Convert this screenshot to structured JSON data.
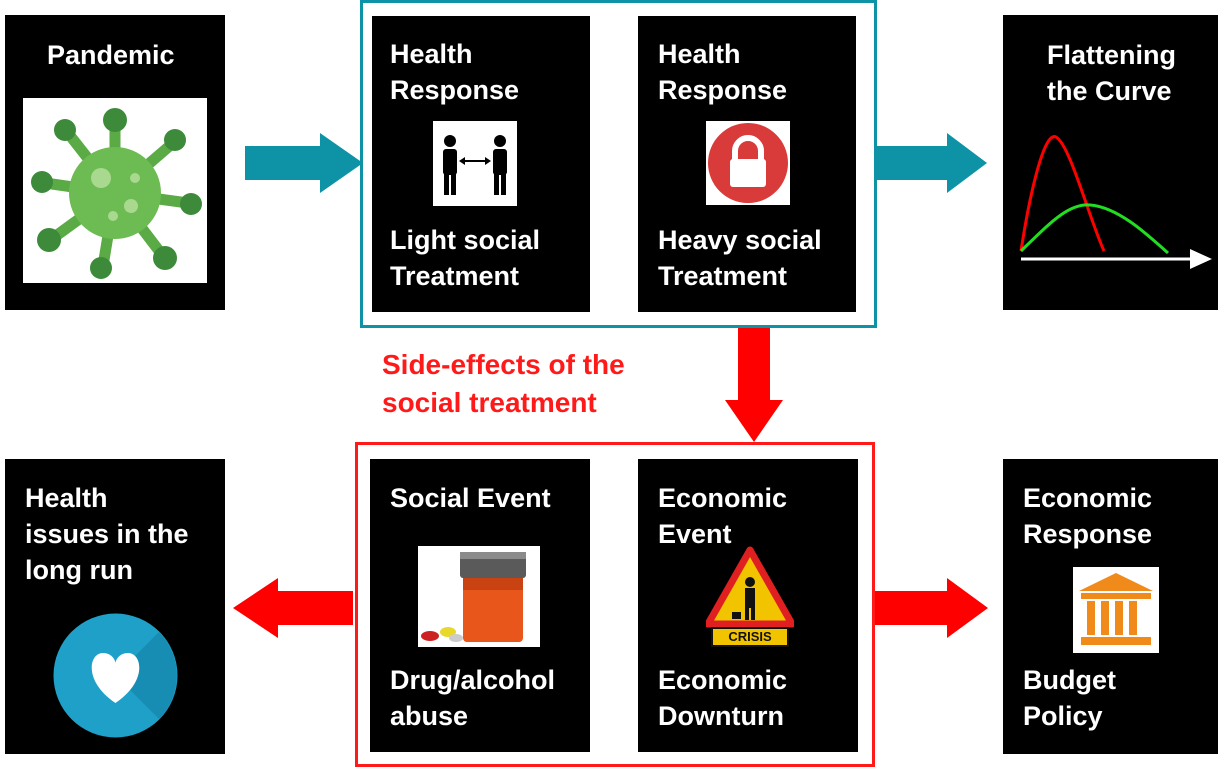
{
  "colors": {
    "teal": "#0e93a6",
    "red": "#ff1a1a",
    "box": "#000000",
    "text": "#ffffff"
  },
  "boxes": {
    "pandemic": {
      "title": "Pandemic",
      "icon": "virus-icon"
    },
    "light": {
      "title": "Health\nResponse",
      "caption": "Light social\nTreatment",
      "icon": "social-distancing-icon"
    },
    "heavy": {
      "title": "Health\nResponse",
      "caption": "Heavy social\nTreatment",
      "icon": "lock-icon"
    },
    "curve": {
      "title": "Flattening\nthe Curve",
      "icon": "curve-chart-icon"
    },
    "long_run": {
      "title": "Health\nissues in the\nlong run",
      "icon": "heart-icon"
    },
    "social": {
      "title": "Social  Event",
      "caption": "Drug/alcohol\nabuse",
      "icon": "pill-bottle-icon"
    },
    "economic": {
      "title": "Economic\nEvent",
      "caption": "Economic\nDownturn",
      "icon": "crisis-sign-icon",
      "sign_text": "CRISIS"
    },
    "econ_response": {
      "title": "Economic\nResponse",
      "caption": "Budget\nPolicy",
      "icon": "bank-icon"
    }
  },
  "side_effects_label": "Side-effects of the\nsocial treatment"
}
